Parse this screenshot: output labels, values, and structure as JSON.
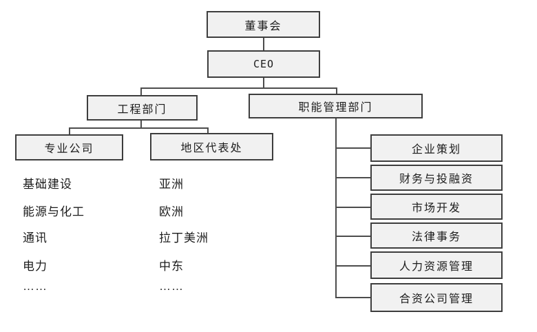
{
  "diagram": {
    "nodes": {
      "board": "董事会",
      "ceo": "CEO",
      "engineering": "工程部门",
      "functional": "职能管理部门",
      "specialized": "专业公司",
      "regional": "地区代表处"
    },
    "specialized_items": [
      "基础建设",
      "能源与化工",
      "通讯",
      "电力",
      "……"
    ],
    "regional_items": [
      "亚洲",
      "欧洲",
      "拉丁美洲",
      "中东",
      "……"
    ],
    "functional_items": [
      "企业策划",
      "财务与投融资",
      "市场开发",
      "法律事务",
      "人力资源管理",
      "合资公司管理"
    ]
  },
  "colors": {
    "background": "#ffffff",
    "box_fill": "#f1f1f1",
    "box_border": "#3d3d3d",
    "line": "#4c4c4c",
    "text": "#1c1c1c"
  }
}
